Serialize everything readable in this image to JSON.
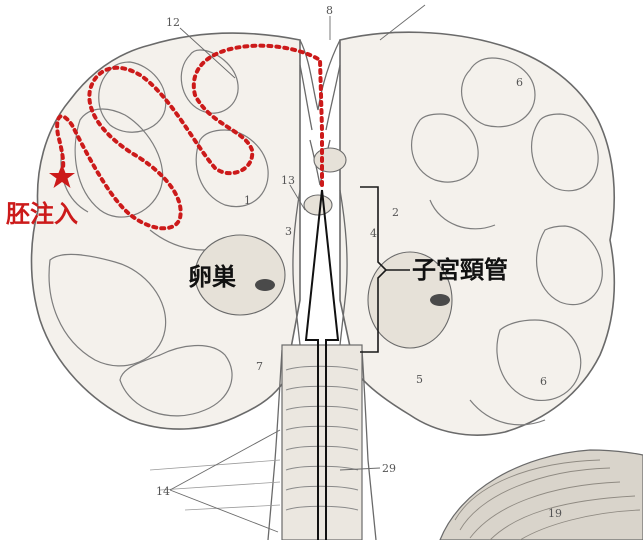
{
  "labels": {
    "embryo_injection": "胚注入",
    "ovary": "卵巣",
    "cervical_canal": "子宮頸管"
  },
  "ref_numbers": {
    "n12": "12",
    "n8": "8",
    "n6a": "6",
    "n6b": "6",
    "n1": "1",
    "n13": "13",
    "n3": "3",
    "n2": "2",
    "n4": "4",
    "n7": "7",
    "n5": "5",
    "n14": "14",
    "n29": "29",
    "n19": "19"
  },
  "colors": {
    "marker": "#cc1a1a",
    "line_art": "#555555",
    "background": "#ffffff"
  },
  "icons": {
    "injection_marker": "star-icon"
  }
}
